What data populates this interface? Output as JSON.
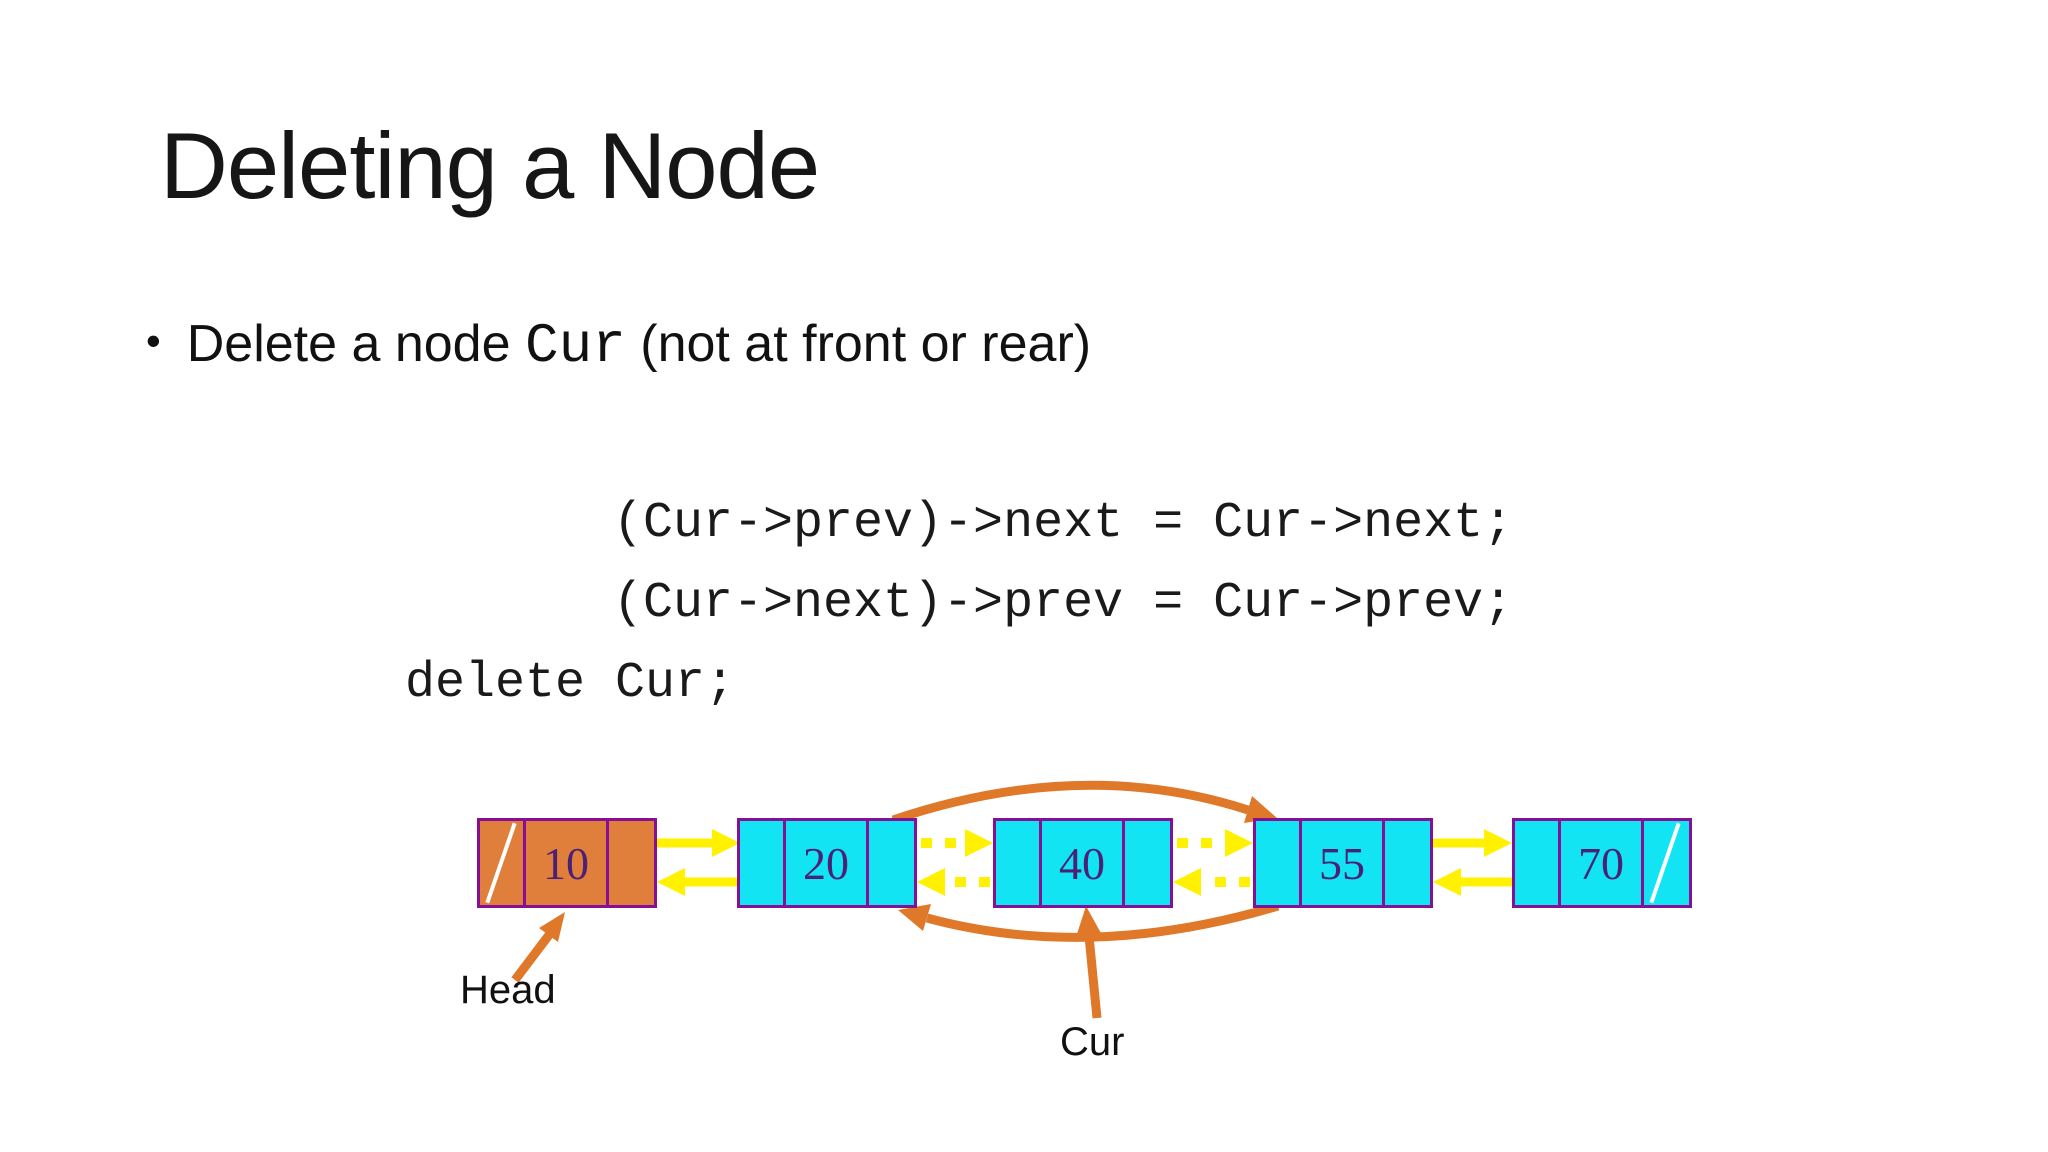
{
  "slide": {
    "title": "Deleting a Node",
    "bullet": {
      "marker": "•",
      "text_before": "Delete a node ",
      "inline_code": "Cur",
      "text_after": " (not at front or rear)"
    },
    "code": {
      "line1": "(Cur->prev)->next = Cur->next;",
      "line2": "(Cur->next)->prev = Cur->prev;",
      "line3": "delete Cur;"
    }
  },
  "diagram": {
    "type": "doubly-linked-list",
    "nodes": [
      {
        "value": "10",
        "prev_pointer_null": true,
        "pointed_to_by": "Head"
      },
      {
        "value": "20"
      },
      {
        "value": "40",
        "pointed_to_by": "Cur"
      },
      {
        "value": "55"
      },
      {
        "value": "70",
        "next_pointer_null": true
      }
    ],
    "links": {
      "solid_yellow": [
        "10<->20",
        "55<->70"
      ],
      "dotted_yellow_old_links": [
        "20<->40",
        "40<->55"
      ],
      "orange_bypass_arcs": [
        "20->55 (next)",
        "55->20 (prev)"
      ]
    },
    "labels": {
      "head": "Head",
      "cur": "Cur"
    },
    "colors": {
      "head-fill": "#E07E3B",
      "node-fill": "#12E4F4",
      "node-border": "#870F96",
      "value-text": "#4B2176",
      "link-arrow": "#FFF100",
      "annotation-arrow": "#E0782A",
      "null-slash": "#FFFFFF"
    }
  }
}
